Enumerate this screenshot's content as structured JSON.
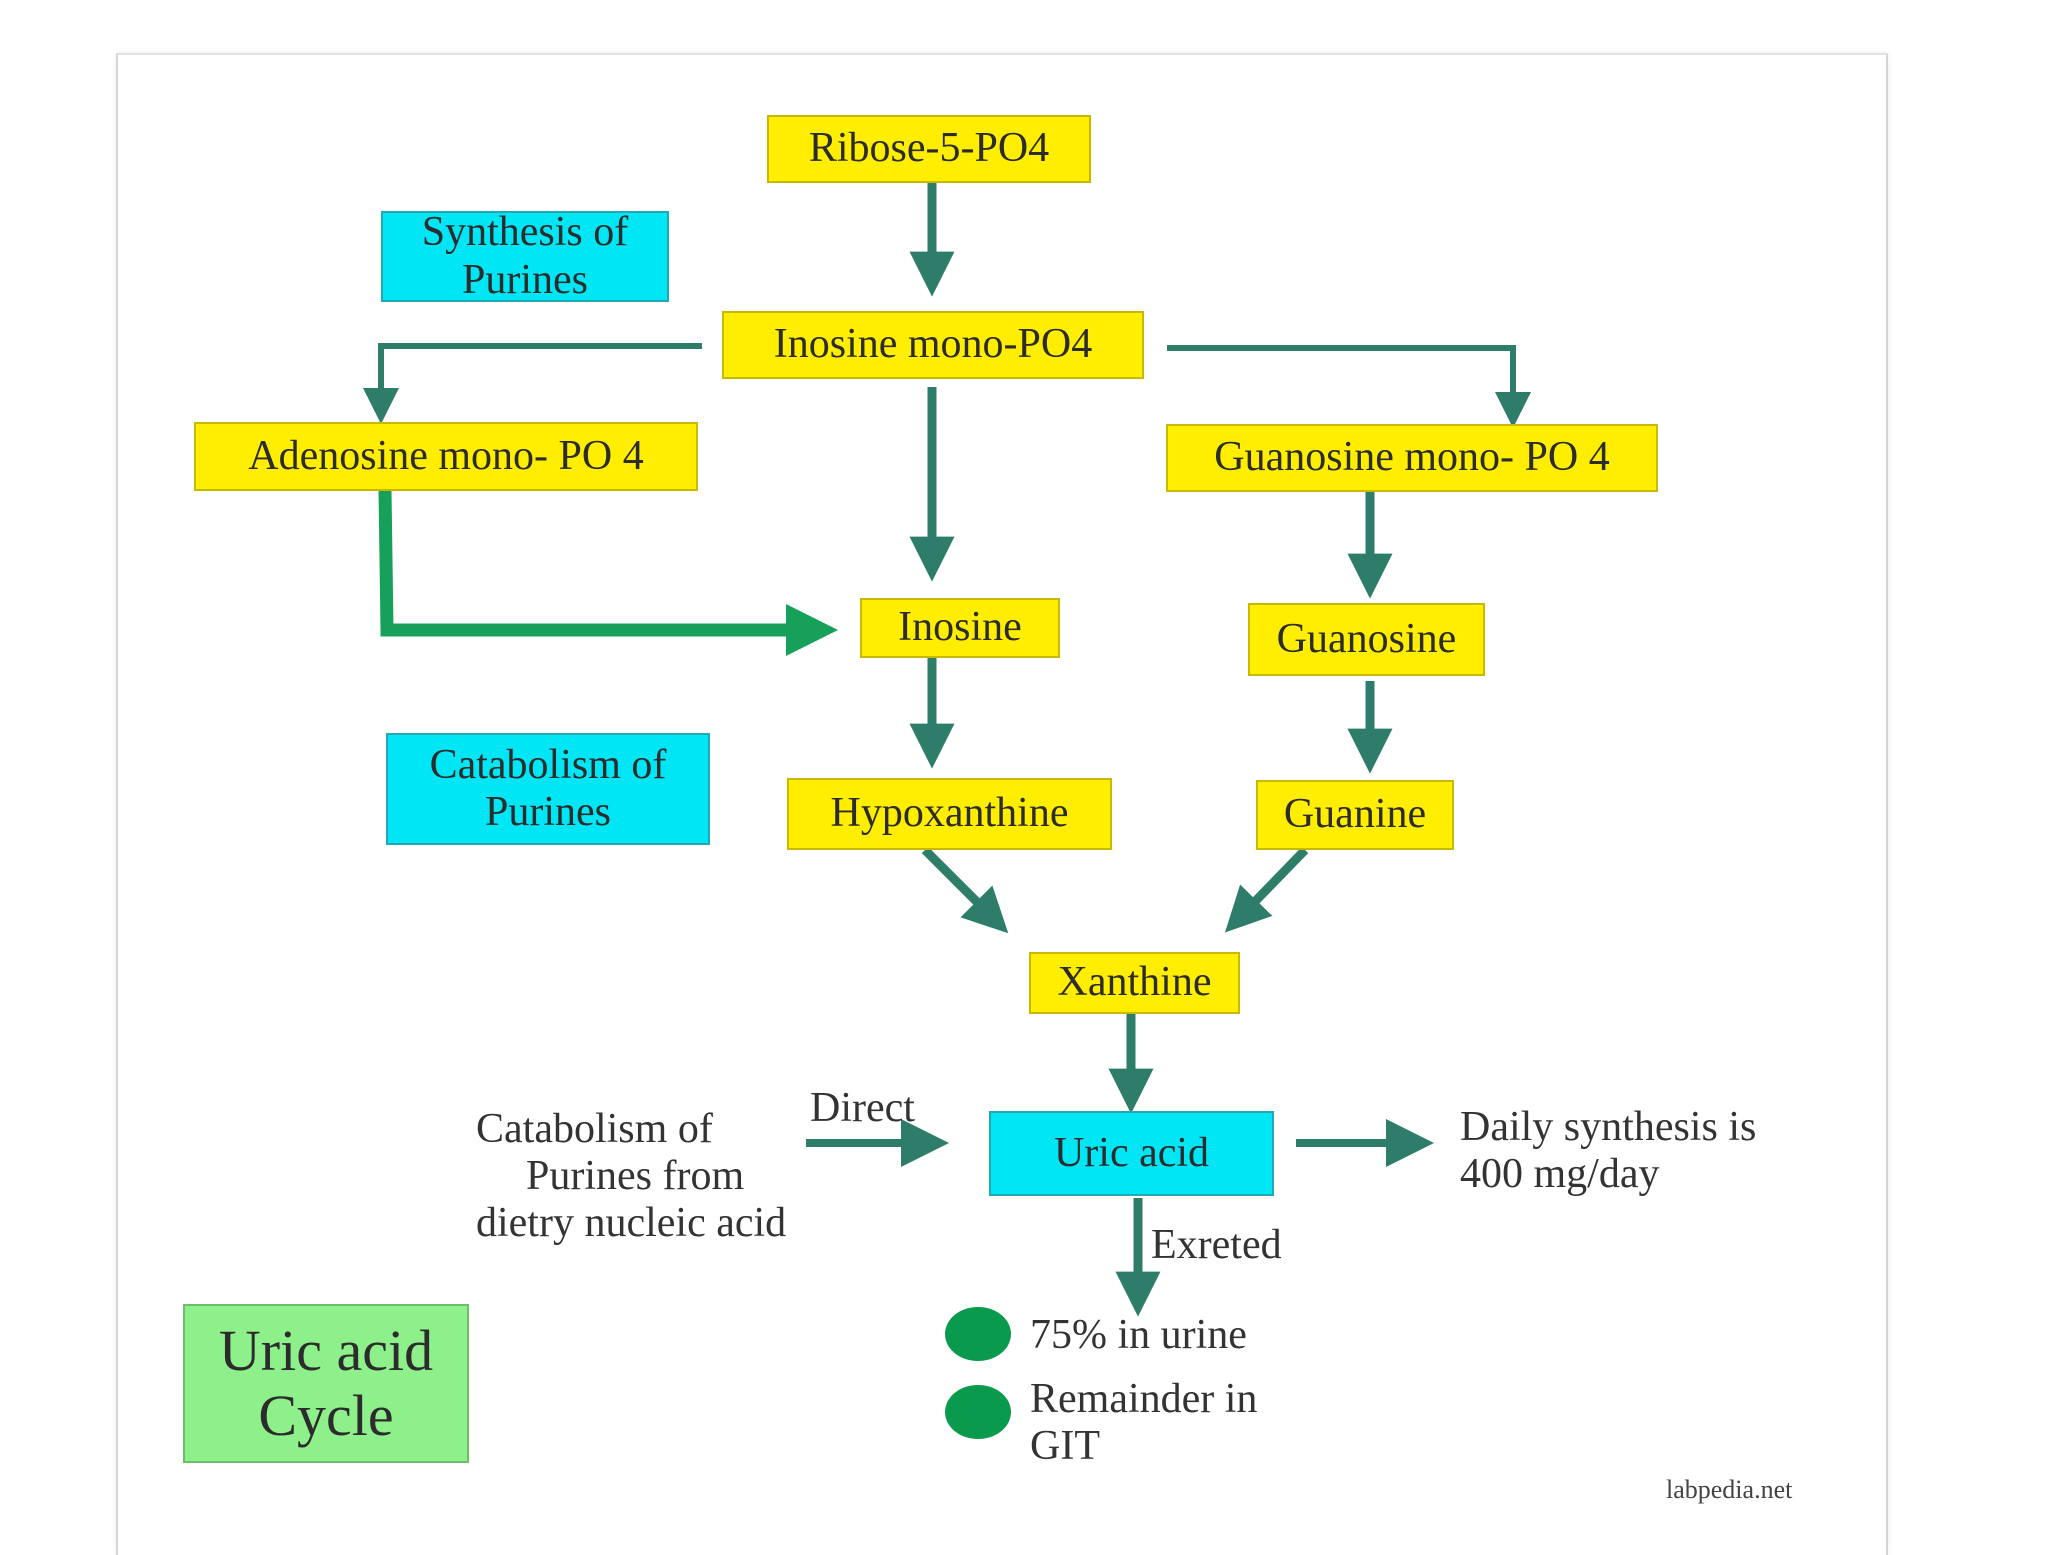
{
  "nodes": {
    "ribose": "Ribose-5-PO4",
    "imp": "Inosine mono-PO4",
    "amp": "Adenosine mono- PO 4",
    "gmp": "Guanosine mono- PO 4",
    "inosine": "Inosine",
    "guanosine": "Guanosine",
    "hypoxanthine": "Hypoxanthine",
    "guanine": "Guanine",
    "xanthine": "Xanthine",
    "uric_acid": "Uric acid"
  },
  "labels": {
    "synthesis_line1": "Synthesis of",
    "synthesis_line2": "Purines",
    "catabolism_line1": "Catabolism  of",
    "catabolism_line2": "Purines",
    "diet_line1": "Catabolism  of",
    "diet_line2": "Purines from",
    "diet_line3": "dietry nucleic acid",
    "direct": "Direct",
    "daily_line1": "Daily synthesis is",
    "daily_line2": "400 mg/day",
    "excreted": "Exreted",
    "urine": "75% in urine",
    "remainder_line1": "Remainder in",
    "remainder_line2": "GIT",
    "cycle_line1": "Uric acid",
    "cycle_line2": "Cycle",
    "credit": "labpedia.net"
  },
  "colors": {
    "arrow": "#2e7d6b",
    "arrow_bright": "#17a05a",
    "yellow_box": "#ffee00",
    "cyan_box": "#00e6f5",
    "green_box": "#8ef08a",
    "dot": "#0a9a4e"
  }
}
